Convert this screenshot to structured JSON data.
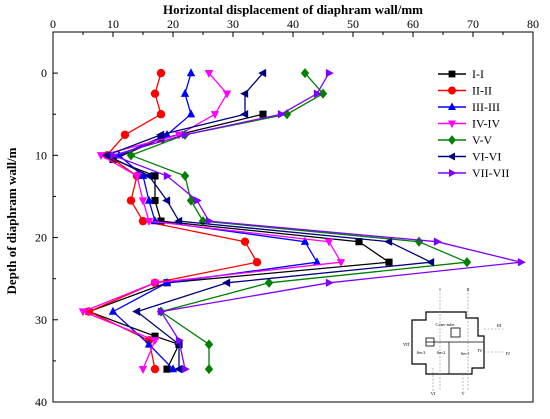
{
  "chart_data": {
    "type": "line",
    "xlabel": "Horizontal displacement of diaphram wall/mm",
    "ylabel": "Depth of diaphram wall/m",
    "xlim": [
      0,
      80
    ],
    "ylim": [
      40,
      -5
    ],
    "x_axis_position": "top",
    "y_inverted": true,
    "x_ticks": [
      "0",
      "10",
      "20",
      "30",
      "40",
      "50",
      "60",
      "70",
      "80"
    ],
    "y_ticks": [
      "0",
      "10",
      "20",
      "30",
      "40"
    ],
    "legend_position": "top-right",
    "grid": false,
    "series": [
      {
        "name": "I-I",
        "color": "#000000",
        "marker": "square",
        "points": [
          [
            35,
            5
          ],
          [
            18,
            8
          ],
          [
            10,
            10.5
          ],
          [
            17,
            12.5
          ],
          [
            17,
            15.5
          ],
          [
            18,
            18
          ],
          [
            51,
            20.5
          ],
          [
            56,
            23
          ],
          [
            19,
            25.5
          ],
          [
            6,
            29
          ],
          [
            17,
            32
          ],
          [
            21,
            33
          ],
          [
            19,
            36
          ]
        ]
      },
      {
        "name": "II-II",
        "color": "#ff0000",
        "marker": "circle",
        "points": [
          [
            18,
            0
          ],
          [
            17,
            2.5
          ],
          [
            18,
            5
          ],
          [
            12,
            7.5
          ],
          [
            9,
            10
          ],
          [
            14,
            12.5
          ],
          [
            13,
            15.5
          ],
          [
            15,
            18
          ],
          [
            32,
            20.5
          ],
          [
            34,
            23
          ],
          [
            17,
            25.5
          ],
          [
            6,
            29
          ],
          [
            16,
            32.5
          ],
          [
            17,
            36
          ]
        ]
      },
      {
        "name": "III-III",
        "color": "#0000ff",
        "marker": "triangle-up",
        "points": [
          [
            23,
            0
          ],
          [
            22,
            2.5
          ],
          [
            23,
            5
          ],
          [
            19,
            7.5
          ],
          [
            11,
            10
          ],
          [
            15,
            12.5
          ],
          [
            16,
            15.5
          ],
          [
            17,
            18
          ],
          [
            42,
            20.5
          ],
          [
            44,
            23
          ],
          [
            19,
            25.5
          ],
          [
            10,
            29
          ],
          [
            16,
            33
          ],
          [
            20,
            36
          ]
        ]
      },
      {
        "name": "IV-IV",
        "color": "#ff00ff",
        "marker": "triangle-down",
        "points": [
          [
            26,
            0
          ],
          [
            29,
            2.5
          ],
          [
            27,
            5
          ],
          [
            21,
            7.5
          ],
          [
            8,
            10
          ],
          [
            14,
            12.5
          ],
          [
            15,
            15.5
          ],
          [
            16,
            18
          ],
          [
            46,
            20.5
          ],
          [
            48,
            23
          ],
          [
            17,
            25.5
          ],
          [
            5,
            29
          ],
          [
            17,
            32.5
          ],
          [
            15,
            36
          ]
        ]
      },
      {
        "name": "V-V",
        "color": "#008000",
        "marker": "diamond",
        "points": [
          [
            42,
            0
          ],
          [
            45,
            2.5
          ],
          [
            39,
            5
          ],
          [
            22,
            7.5
          ],
          [
            13,
            10
          ],
          [
            22,
            12.5
          ],
          [
            23,
            15.5
          ],
          [
            25,
            18
          ],
          [
            61,
            20.5
          ],
          [
            69,
            23
          ],
          [
            36,
            25.5
          ],
          [
            18,
            29
          ],
          [
            26,
            33
          ],
          [
            26,
            36
          ]
        ]
      },
      {
        "name": "VI-VI",
        "color": "#000080",
        "marker": "triangle-left",
        "points": [
          [
            35,
            0
          ],
          [
            32,
            2.5
          ],
          [
            32,
            5
          ],
          [
            18,
            7.5
          ],
          [
            9,
            10
          ],
          [
            16,
            12.5
          ],
          [
            19,
            15.5
          ],
          [
            21,
            18
          ],
          [
            56,
            20.5
          ],
          [
            63,
            23
          ],
          [
            29,
            25.5
          ],
          [
            14,
            29
          ],
          [
            21,
            33
          ],
          [
            21,
            36
          ]
        ]
      },
      {
        "name": "VII-VII",
        "color": "#8000ff",
        "marker": "triangle-right",
        "points": [
          [
            46,
            0
          ],
          [
            44,
            2.5
          ],
          [
            38,
            5
          ],
          [
            22,
            7.5
          ],
          [
            10,
            10
          ],
          [
            19,
            12.5
          ],
          [
            24,
            15.5
          ],
          [
            26,
            18
          ],
          [
            64,
            20.5
          ],
          [
            78,
            23
          ],
          [
            46,
            25.5
          ],
          [
            18,
            29
          ],
          [
            21,
            32.5
          ],
          [
            22,
            36
          ]
        ]
      }
    ],
    "inset": {
      "labels": [
        "I",
        "II",
        "III",
        "IV",
        "V",
        "VI",
        "VII",
        "Conv-tube",
        "Sec1",
        "Sec2",
        "Sec3"
      ]
    }
  }
}
